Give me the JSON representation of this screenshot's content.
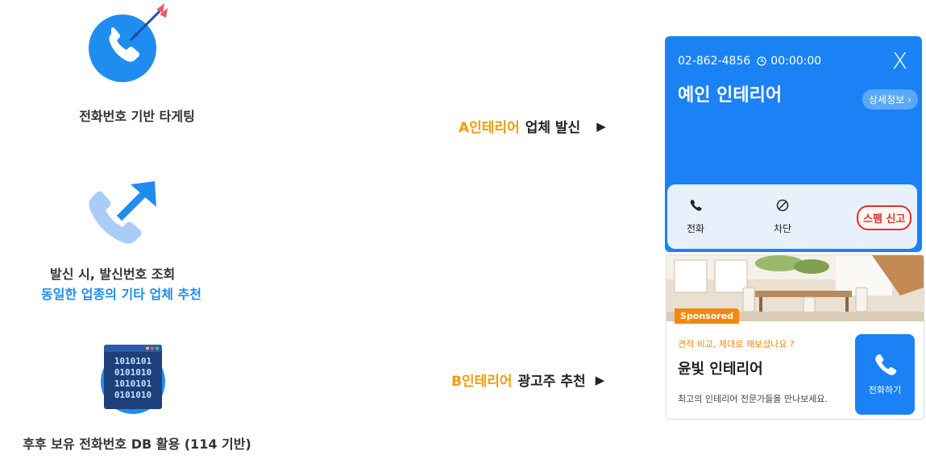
{
  "features": [
    {
      "label": "전화번호 기반 타게팅",
      "icon": "phone-dart-icon"
    },
    {
      "label": "발신 시, 발신번호 조회",
      "sub_label": "동일한 업종의 기타 업체 추천",
      "icon": "outgoing-call-icon"
    },
    {
      "label": "후후 보유 전화번호 DB 활용 (114 기반)",
      "icon": "binary-database-icon"
    }
  ],
  "flows": [
    {
      "highlight": "A인테리어",
      "text": "업체 발신",
      "arrow": "▶"
    },
    {
      "highlight": "B인테리어",
      "text": "광고주 추천",
      "arrow": "▶"
    }
  ],
  "call_screen": {
    "number": "02-862-4856",
    "timer": "00:00:00",
    "company": "예인 인테리어",
    "detail_button": "상세정보 ›",
    "close": "X",
    "actions": [
      {
        "label": "전화",
        "icon": "phone-icon"
      },
      {
        "label": "차단",
        "icon": "block-icon"
      }
    ],
    "spam_button": "스팸 신고"
  },
  "ad": {
    "badge": "Sponsored",
    "tagline": "견적 비교, 제대로 해보셨나요 ?",
    "company": "윤빛 인테리어",
    "description": "최고의 인테리어 전문가들을 만나보세요.",
    "call_button": "전화하기"
  },
  "colors": {
    "accent_blue": "#1a82f5",
    "orange": "#f39b0f",
    "spam_red": "#e0312b"
  }
}
